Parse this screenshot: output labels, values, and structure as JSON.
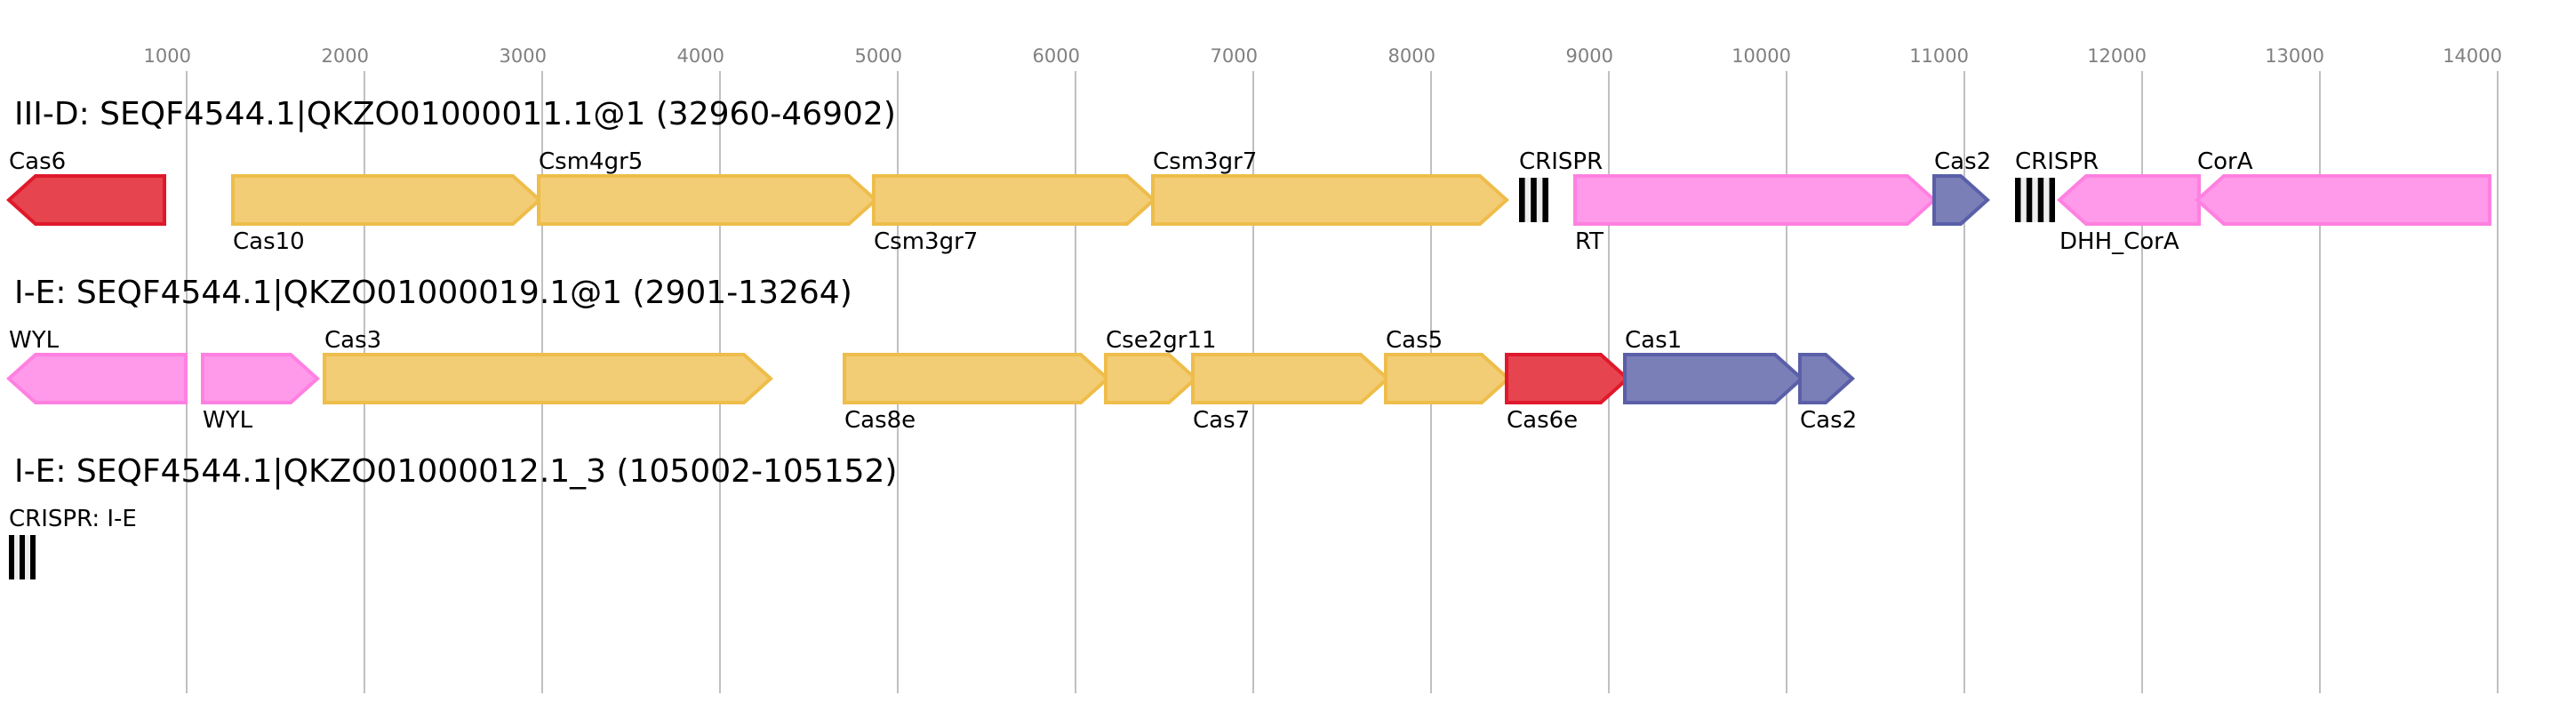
{
  "axis": {
    "ticks": [
      1000,
      2000,
      3000,
      4000,
      5000,
      6000,
      7000,
      8000,
      9000,
      10000,
      11000,
      12000,
      13000,
      14000
    ],
    "tick_labels": [
      "1000",
      "2000",
      "3000",
      "4000",
      "5000",
      "6000",
      "7000",
      "8000",
      "9000",
      "10000",
      "11000",
      "12000",
      "13000",
      "14000"
    ],
    "unit": "bp"
  },
  "colors": {
    "red": {
      "fill": "#e6444f",
      "stroke": "#e0182b"
    },
    "yellow": {
      "fill": "#f2cd75",
      "stroke": "#eebd4a"
    },
    "pink": {
      "fill": "#ff99ea",
      "stroke": "#ff80e0"
    },
    "blue": {
      "fill": "#7b7fb8",
      "stroke": "#5a5fa8"
    },
    "crispr_bar": "#000000",
    "crispr_spacer": "#eeeeee"
  },
  "tracks": [
    {
      "title": "III-D: SEQF4544.1|QKZO01000011.1@1 (32960-46902)",
      "features": [
        {
          "type": "gene",
          "label": "Cas6",
          "start": 0,
          "end": 875,
          "strand": "-",
          "color": "red",
          "label_pos": "above"
        },
        {
          "type": "gene",
          "label": "Cas10",
          "start": 1260,
          "end": 2985,
          "strand": "+",
          "color": "yellow",
          "label_pos": "below"
        },
        {
          "type": "gene",
          "label": "Csm4gr5",
          "start": 2980,
          "end": 4875,
          "strand": "+",
          "color": "yellow",
          "label_pos": "above"
        },
        {
          "type": "gene",
          "label": "Csm3gr7",
          "start": 4865,
          "end": 6440,
          "strand": "+",
          "color": "yellow",
          "label_pos": "below"
        },
        {
          "type": "gene",
          "label": "Csm3gr7",
          "start": 6435,
          "end": 8425,
          "strand": "+",
          "color": "yellow",
          "label_pos": "above"
        },
        {
          "type": "crispr",
          "label": "CRISPR",
          "start": 8495,
          "end": 8660,
          "repeats": 3,
          "label_pos": "above"
        },
        {
          "type": "gene",
          "label": "RT",
          "start": 8810,
          "end": 10830,
          "strand": "+",
          "color": "pink",
          "label_pos": "below"
        },
        {
          "type": "gene",
          "label": "Cas2",
          "start": 10830,
          "end": 11130,
          "strand": "+",
          "color": "blue",
          "label_pos": "above"
        },
        {
          "type": "crispr",
          "label": "CRISPR",
          "start": 11285,
          "end": 11510,
          "repeats": 4,
          "label_pos": "above"
        },
        {
          "type": "gene",
          "label": "DHH_CorA",
          "start": 11535,
          "end": 12320,
          "strand": "-",
          "color": "pink",
          "label_pos": "below"
        },
        {
          "type": "gene",
          "label": "CorA",
          "start": 12310,
          "end": 13955,
          "strand": "-",
          "color": "pink",
          "label_pos": "above"
        }
      ]
    },
    {
      "title": "I-E: SEQF4544.1|QKZO01000019.1@1 (2901-13264)",
      "features": [
        {
          "type": "gene",
          "label": "WYL",
          "start": 0,
          "end": 995,
          "strand": "-",
          "color": "pink",
          "label_pos": "above"
        },
        {
          "type": "gene",
          "label": "WYL",
          "start": 1090,
          "end": 1735,
          "strand": "+",
          "color": "pink",
          "label_pos": "below"
        },
        {
          "type": "gene",
          "label": "Cas3",
          "start": 1775,
          "end": 4285,
          "strand": "+",
          "color": "yellow",
          "label_pos": "above"
        },
        {
          "type": "gene",
          "label": "Cas8e",
          "start": 4700,
          "end": 6180,
          "strand": "+",
          "color": "yellow",
          "label_pos": "below"
        },
        {
          "type": "gene",
          "label": "Cse2gr11",
          "start": 6170,
          "end": 6675,
          "strand": "+",
          "color": "yellow",
          "label_pos": "above"
        },
        {
          "type": "gene",
          "label": "Cas7",
          "start": 6660,
          "end": 7755,
          "strand": "+",
          "color": "yellow",
          "label_pos": "below"
        },
        {
          "type": "gene",
          "label": "Cas5",
          "start": 7745,
          "end": 8435,
          "strand": "+",
          "color": "yellow",
          "label_pos": "above"
        },
        {
          "type": "gene",
          "label": "Cas6e",
          "start": 8425,
          "end": 9105,
          "strand": "+",
          "color": "red",
          "label_pos": "below"
        },
        {
          "type": "gene",
          "label": "Cas1",
          "start": 9090,
          "end": 10085,
          "strand": "+",
          "color": "blue",
          "label_pos": "above"
        },
        {
          "type": "gene",
          "label": "Cas2",
          "start": 10075,
          "end": 10370,
          "strand": "+",
          "color": "blue",
          "label_pos": "below"
        }
      ]
    },
    {
      "title": "I-E: SEQF4544.1|QKZO01000012.1_3 (105002-105152)",
      "features": [
        {
          "type": "crispr",
          "label": "CRISPR: I-E",
          "start": 0,
          "end": 150,
          "repeats": 3,
          "label_pos": "above"
        }
      ]
    }
  ]
}
